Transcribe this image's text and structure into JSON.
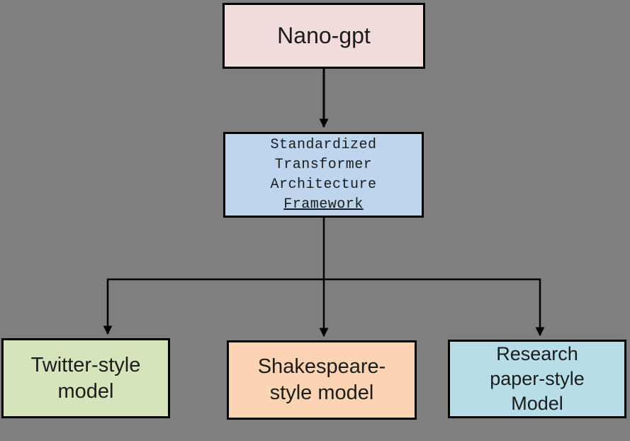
{
  "diagram": {
    "background_color": "#7f7f7f",
    "connector_color": "#000000",
    "root": {
      "label": "Nano-gpt",
      "bg": "#f2dcdb"
    },
    "framework": {
      "lines": [
        "Standardized",
        "Transformer",
        "Architecture",
        "Framework"
      ],
      "bg": "#bdd6ee"
    },
    "leaves": [
      {
        "name": "twitter-style-model",
        "lines": [
          "Twitter-style",
          "model"
        ],
        "bg": "#d6e4bc"
      },
      {
        "name": "shakespeare-style-model",
        "lines": [
          "Shakespeare-",
          "style model"
        ],
        "bg": "#fbd4b4"
      },
      {
        "name": "research-paper-style-model",
        "lines": [
          "Research",
          "paper-style",
          "Model"
        ],
        "bg": "#b7dee8"
      }
    ]
  }
}
